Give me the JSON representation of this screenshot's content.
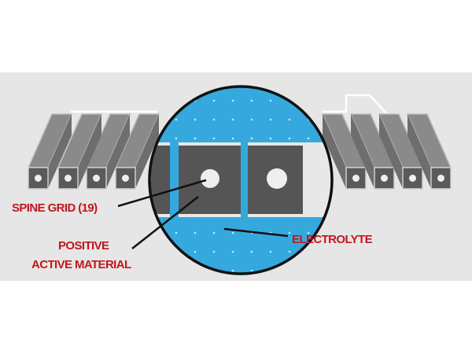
{
  "labels": {
    "spine_grid": "SPINE GRID (19)",
    "positive_line1": "POSITIVE",
    "positive_line2": "ACTIVE MATERIAL",
    "electrolyte": "ELECTROLYTE"
  },
  "colors": {
    "background_band": "#e6e6e6",
    "electrolyte": "#35a9de",
    "active_material": "#555555",
    "spine": "#f2f2f2",
    "label": "#c4161c"
  }
}
